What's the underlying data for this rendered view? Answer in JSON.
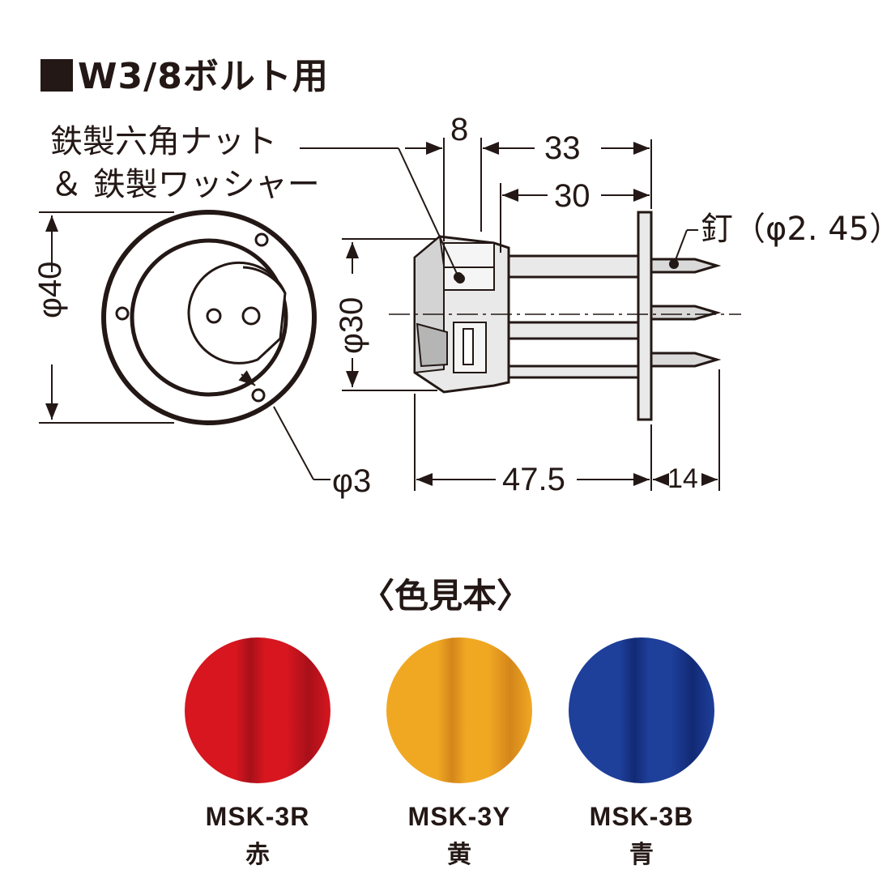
{
  "title": "W3/8ボルト用",
  "callouts": {
    "nut_line1": "鉄製六角ナット",
    "nut_line2": "＆ 鉄製ワッシャー",
    "nail": "釘（φ2. 45）",
    "hole": "φ3"
  },
  "dimensions": {
    "front_diameter": "φ40",
    "side_diameter": "φ30",
    "nut_width": "8",
    "length_33": "33",
    "length_30": "30",
    "body_length": "47.5",
    "nail_length": "14"
  },
  "swatch_heading": "〈色見本〉",
  "swatches": [
    {
      "code": "MSK-3R",
      "name": "赤",
      "color": "#d7161f",
      "shade": "#a8101a"
    },
    {
      "code": "MSK-3Y",
      "name": "黄",
      "color": "#f0a823",
      "shade": "#d4861a"
    },
    {
      "code": "MSK-3B",
      "name": "青",
      "color": "#1e3f9a",
      "shade": "#122a75"
    }
  ],
  "colors": {
    "ink": "#231815",
    "part_gray": "#e9e9e9",
    "part_dark": "#b5b5b5"
  }
}
